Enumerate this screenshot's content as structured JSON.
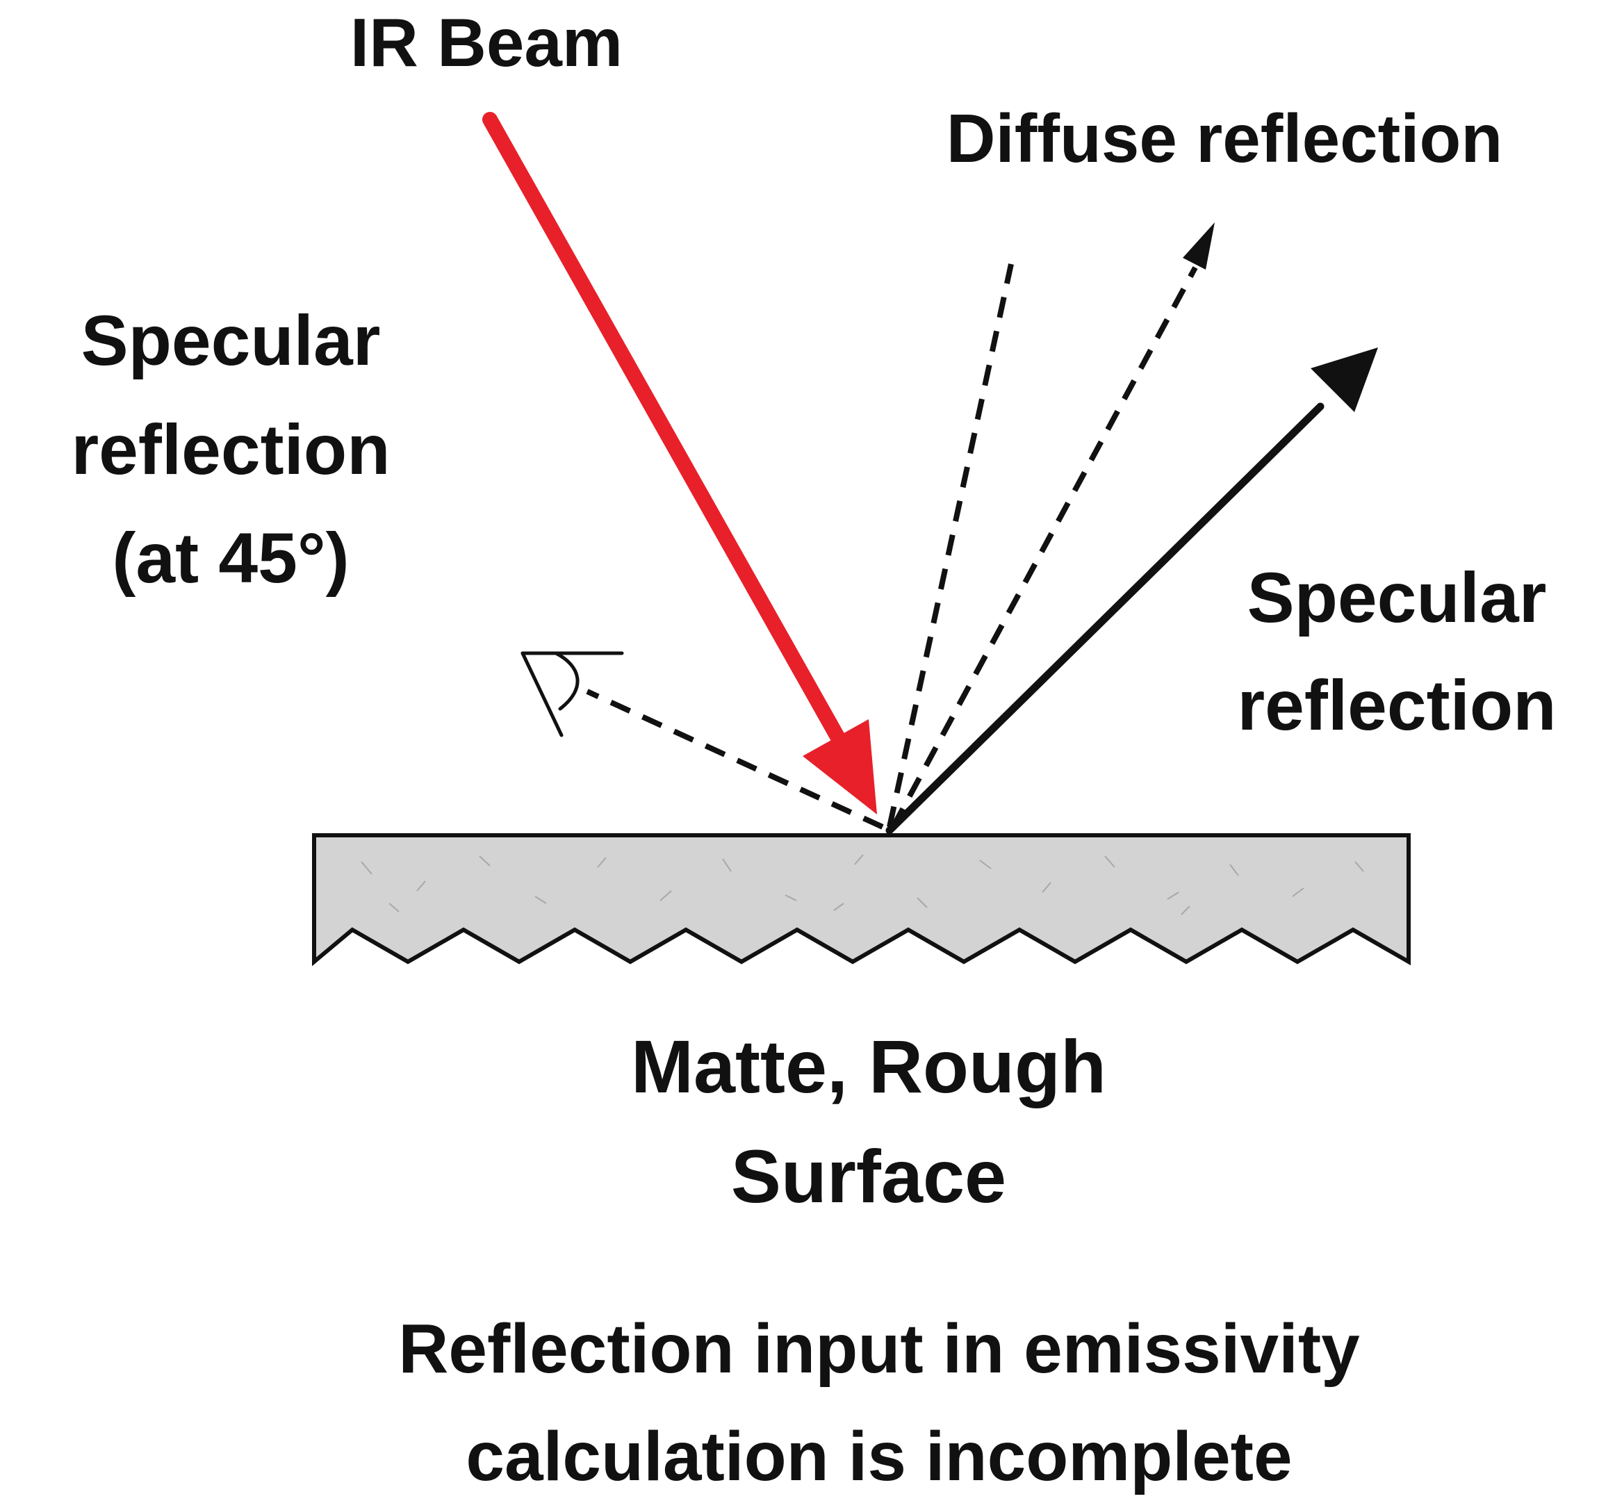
{
  "labels": {
    "ir_beam": "IR Beam",
    "diffuse_reflection": "Diffuse reflection",
    "specular_left_line1": "Specular",
    "specular_left_line2": "reflection",
    "specular_left_line3": "(at 45°)",
    "specular_right_line1": "Specular",
    "specular_right_line2": "reflection",
    "surface_line1": "Matte, Rough",
    "surface_line2": "Surface",
    "note_line1": "Reflection input in emissivity",
    "note_line2": "calculation is incomplete"
  },
  "colors": {
    "ir_beam": "#e8202a",
    "ink": "#111111",
    "surface_fill": "#d3d3d3"
  },
  "icons": {
    "observer": "eye-icon"
  }
}
